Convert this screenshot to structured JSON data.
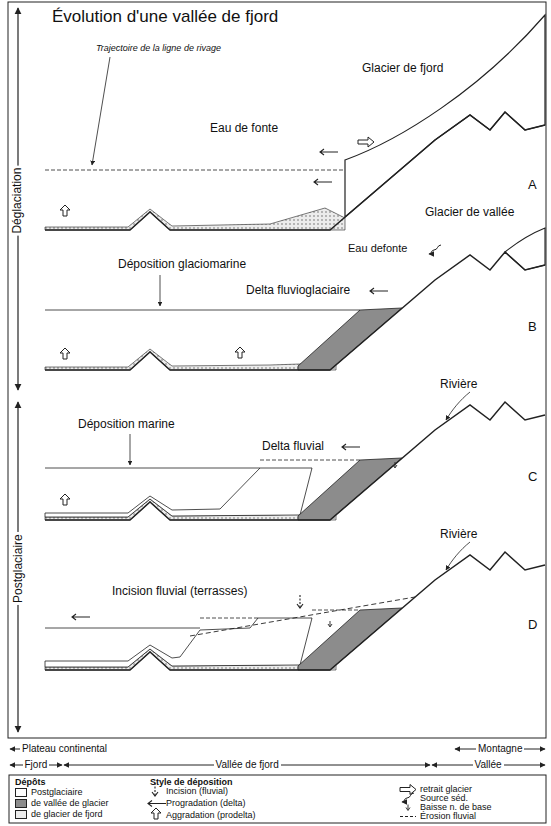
{
  "diagram": {
    "title": "Évolution d'une vallée de fjord",
    "labels": [
      "Trajectoire de la ligne de rivage",
      "Glacier de fjord",
      "A",
      "Eau de fonte",
      "Glacier de vallée",
      "Déposition glaciomarine",
      "Delta fluvioglaciaire",
      "Eau defonte",
      "B",
      "Déposition marine",
      "Delta fluvial",
      "Rivière",
      "C",
      "Incision fluvial (terrasses)",
      "Rivière",
      "D",
      "Déglaciation",
      "Postglaciaire",
      "Plateau continental",
      "Montagne",
      "Fjord",
      "Vallée de fjord",
      "Vallée",
      "Dépôts",
      "Style de déposition"
    ],
    "legend": [
      {
        "text": "Postglaciaire",
        "color": "#ffffff"
      },
      {
        "text": "de vallée de glacier",
        "color": "#8c8c8c"
      },
      {
        "text": "de glacier de fjord",
        "color": "#ececec"
      },
      {
        "text": "Incision (fluvial)"
      },
      {
        "text": "Progradation (delta)"
      },
      {
        "text": "Aggradation (prodelta)"
      },
      {
        "text": "retrait glacier"
      },
      {
        "text": "Source séd."
      },
      {
        "text": "Baisse n. de base"
      },
      {
        "text": "Érosion fluvial"
      }
    ]
  }
}
